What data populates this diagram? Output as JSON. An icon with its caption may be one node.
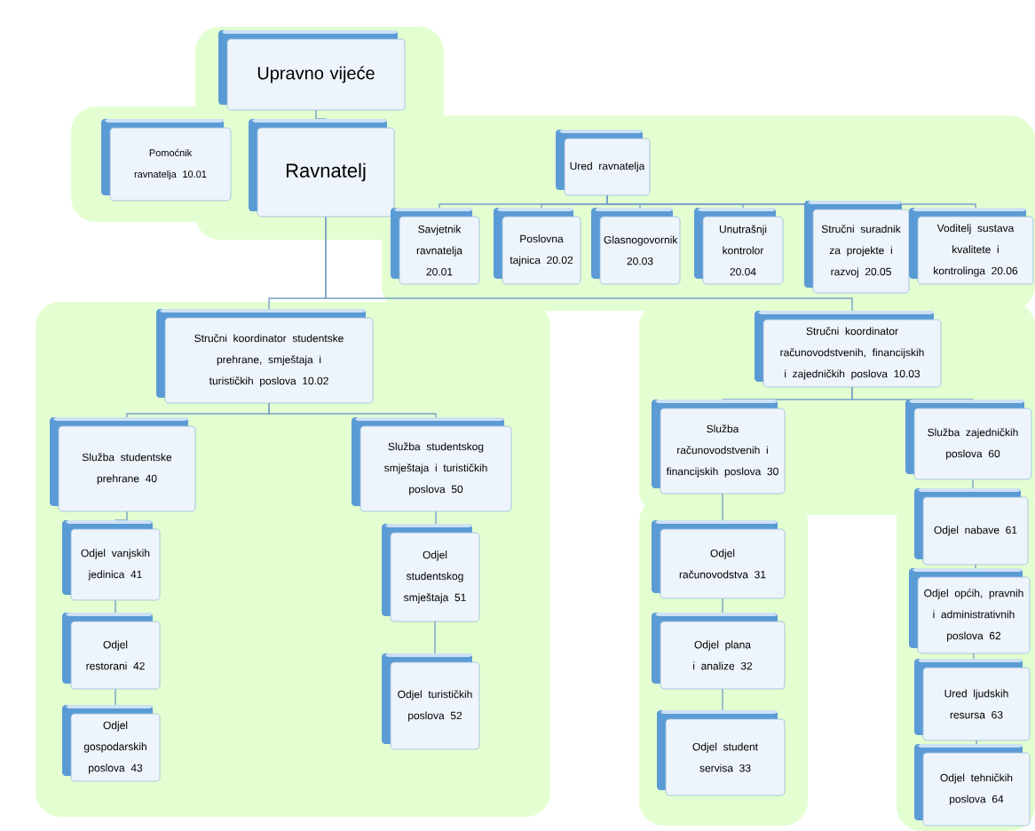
{
  "diagram": {
    "nodes": [
      {
        "text": [
          "Upravno vijeće"
        ]
      },
      {
        "text": [
          "Pomoćnik ravnatelja 10.01"
        ]
      },
      {
        "text": [
          "Ravnatelj"
        ]
      },
      {
        "text": [
          "Ured ravnatelja"
        ]
      },
      {
        "text": [
          "Savjetnik ravnatelja 20.01"
        ]
      },
      {
        "text": [
          "Poslovna tajnica 20.02"
        ]
      },
      {
        "text": [
          "Glasnogovornik 20.03"
        ]
      },
      {
        "text": [
          "Unutrašnji kontrolor 20.04"
        ]
      },
      {
        "text": [
          "Stručni suradnik za projekte i razvoj 20.05"
        ]
      },
      {
        "text": [
          "Voditelj sustava kvalitete i kontrolinga 20.06"
        ]
      },
      {
        "text": [
          "Stručni koordinator studentske prehrane, smještaja i turističkih poslova 10.02"
        ]
      },
      {
        "text": [
          "Stručni koordinator računovodstvenih, financijskih i zajedničkih poslova 10.03"
        ]
      },
      {
        "text": [
          "Služba studentske prehrane 40"
        ]
      },
      {
        "text": [
          "Služba studentskog smještaja i turističkih poslova 50"
        ]
      },
      {
        "text": [
          "Služba računovodstvenih i financijskih poslova 30"
        ]
      },
      {
        "text": [
          "Služba zajedničkih poslova 60"
        ]
      },
      {
        "text": [
          "Odjel vanjskih jedinica 41"
        ]
      },
      {
        "text": [
          "Odjel studentskog smještaja 51"
        ]
      },
      {
        "text": [
          "Odjel računovodstva 31"
        ]
      },
      {
        "text": [
          "Odjel nabave 61"
        ]
      },
      {
        "text": [
          "Odjel restorani 42"
        ]
      },
      {
        "text": [
          "Odjel turističkih poslova 52"
        ]
      },
      {
        "text": [
          "Odjel plana i analize 32"
        ]
      },
      {
        "text": [
          "Odjel općih, pravnih i administrativnih poslova 62"
        ]
      },
      {
        "text": [
          "Odjel gospodarskih poslova 43"
        ]
      },
      {
        "text": [
          "Ured ljudskih resursa 63"
        ]
      },
      {
        "text": [
          "Odjel student servisa 33"
        ]
      },
      {
        "text": [
          "Odjel tehničkih poslova 64"
        ]
      }
    ],
    "edges": [
      {
        "from": 0,
        "to": 2,
        "arrow": "none"
      },
      {
        "from": 3,
        "to": 4,
        "arrow": "none"
      },
      {
        "from": 3,
        "to": 5,
        "arrow": "none"
      },
      {
        "from": 3,
        "to": 6,
        "arrow": "none"
      },
      {
        "from": 3,
        "to": 7,
        "arrow": "none"
      },
      {
        "from": 3,
        "to": 8,
        "arrow": "none"
      },
      {
        "from": 3,
        "to": 9,
        "arrow": "none"
      },
      {
        "from": 2,
        "to": 10,
        "arrow": "none"
      },
      {
        "from": 2,
        "to": 11,
        "arrow": "none"
      },
      {
        "from": 10,
        "to": 12,
        "arrow": "none"
      },
      {
        "from": 10,
        "to": 13,
        "arrow": "none"
      },
      {
        "from": 11,
        "to": 14,
        "arrow": "none"
      },
      {
        "from": 11,
        "to": 15,
        "arrow": "none"
      },
      {
        "from": 12,
        "to": 16,
        "arrow": "none"
      },
      {
        "from": 16,
        "to": 20,
        "arrow": "none"
      },
      {
        "from": 20,
        "to": 24,
        "arrow": "none"
      },
      {
        "from": 13,
        "to": 17,
        "arrow": "none"
      },
      {
        "from": 17,
        "to": 21,
        "arrow": "none"
      },
      {
        "from": 14,
        "to": 18,
        "arrow": "none"
      },
      {
        "from": 18,
        "to": 22,
        "arrow": "none"
      },
      {
        "from": 22,
        "to": 26,
        "arrow": "none"
      },
      {
        "from": 15,
        "to": 19,
        "arrow": "none"
      },
      {
        "from": 19,
        "to": 23,
        "arrow": "none"
      },
      {
        "from": 23,
        "to": 25,
        "arrow": "none"
      },
      {
        "from": 25,
        "to": 27,
        "arrow": "none"
      }
    ]
  }
}
